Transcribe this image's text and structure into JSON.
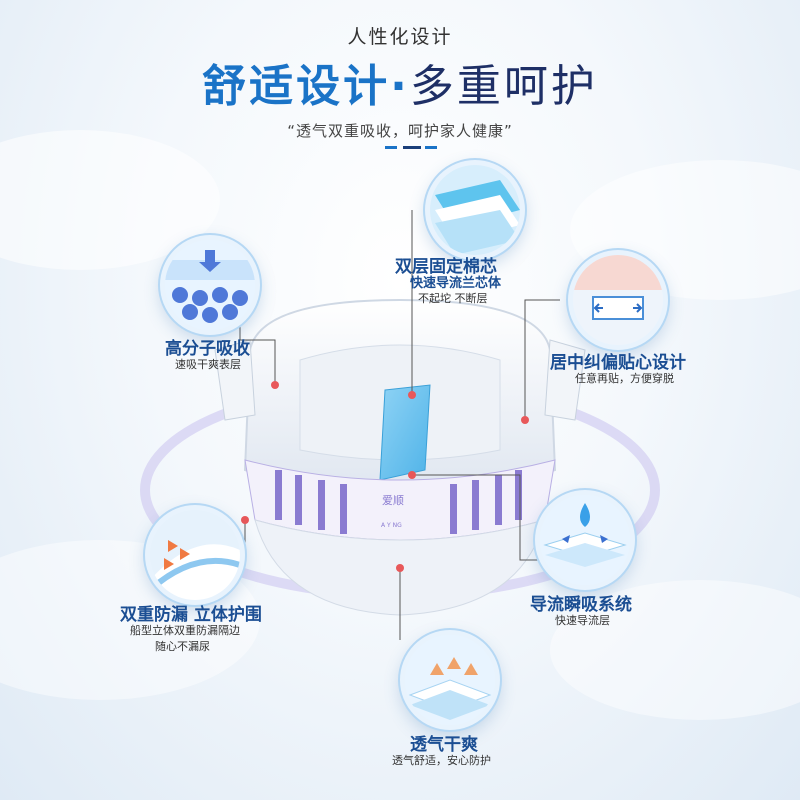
{
  "header": {
    "kicker": "人性化设计",
    "title_part1": "舒适设计",
    "title_dot": "·",
    "title_part2": "多重呵护",
    "quote": "“透气双重吸收，呵护家人健康”"
  },
  "product": {
    "waistband_brand": "爱顺",
    "waistband_brand_en": "A Y NG"
  },
  "features": [
    {
      "title": "双层固定棉芯",
      "line1": "快速导流兰芯体",
      "line2": "不起坨 不断层"
    },
    {
      "title": "高分子吸收",
      "line1": "速吸干爽表层"
    },
    {
      "title": "居中纠偏贴心设计",
      "line1": "任意再贴，方便穿脱"
    },
    {
      "title": "双重防漏 立体护围",
      "line1": "船型立体双重防漏隔边",
      "line2": "随心不漏尿"
    },
    {
      "title": "导流瞬吸系统",
      "line1": "快速导流层"
    },
    {
      "title": "透气干爽",
      "line1": "透气舒适，安心防护"
    }
  ],
  "colors": {
    "accent_blue": "#1a73c7",
    "dark_navy": "#1e2f66",
    "label_blue": "#1b4e93",
    "pin_red": "#e8585a",
    "stripe_purple": "#8a7bd1"
  }
}
